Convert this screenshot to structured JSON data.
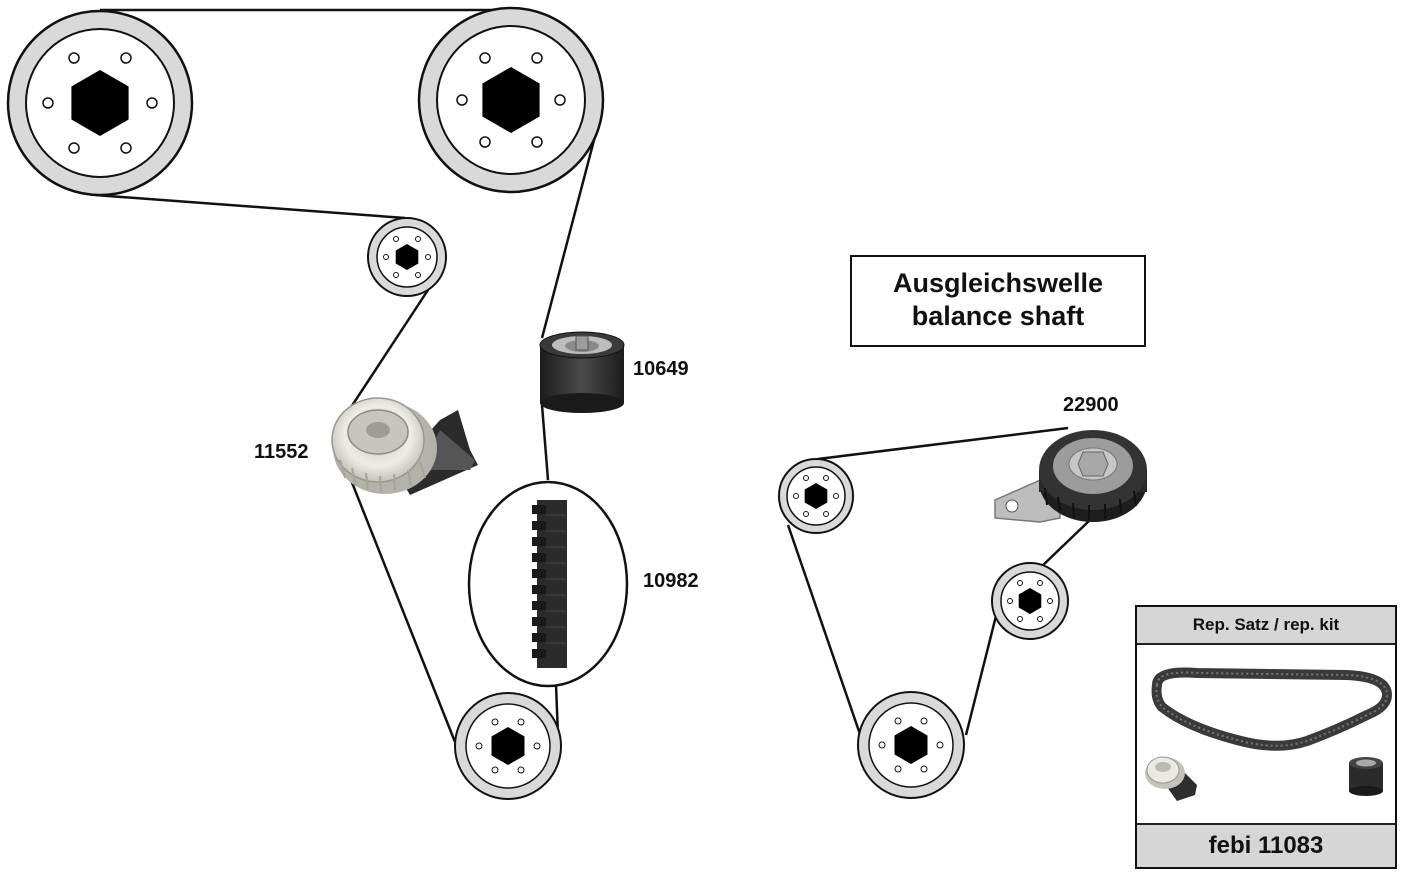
{
  "parts": {
    "tensioner_main": "11552",
    "idler_main": "10649",
    "belt_main": "10982",
    "tensioner_balance": "22900"
  },
  "balance_box": {
    "line1": "Ausgleichswelle",
    "line2": "balance shaft"
  },
  "kit": {
    "header": "Rep. Satz / rep. kit",
    "footer": "febi 11083"
  },
  "colors": {
    "pulley_fill": "#d9d9d9",
    "line": "#111111",
    "tensioner_body": "#e4e2d8",
    "idler_body": "#2b2b2b",
    "panel": "#d6d6d6"
  }
}
